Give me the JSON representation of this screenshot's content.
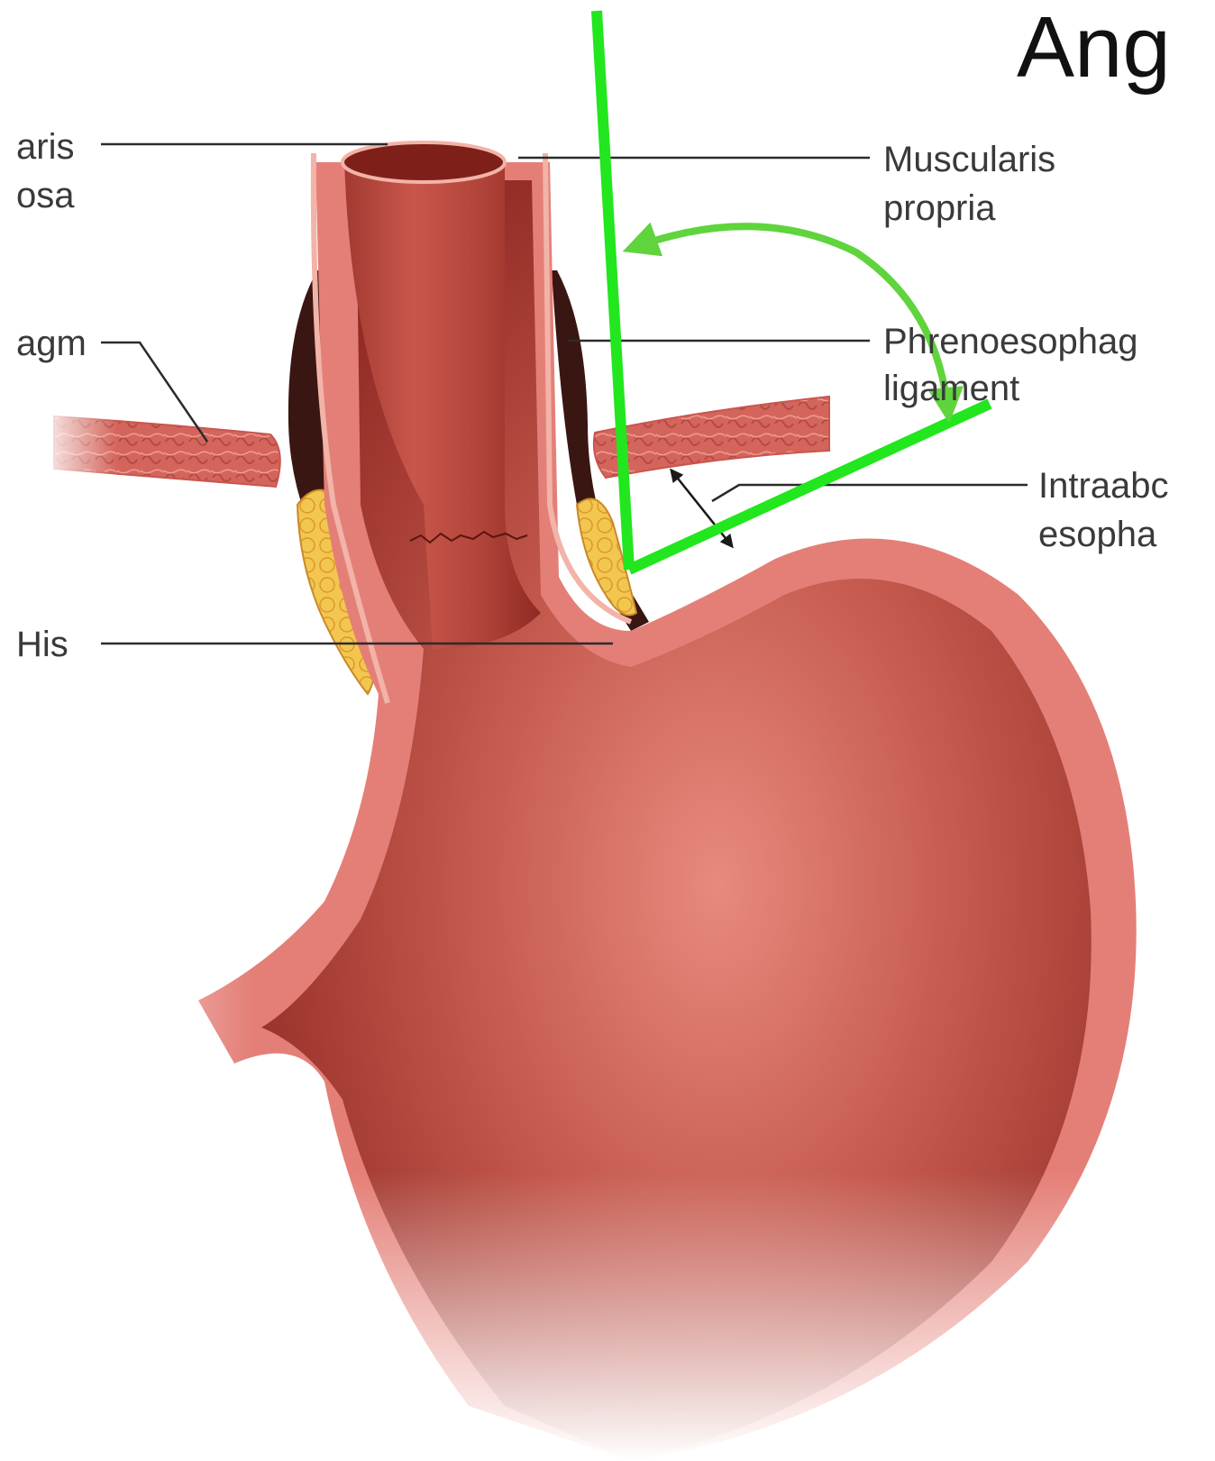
{
  "title": "Ang",
  "labels": {
    "muscularis_mucosa_line1": "aris",
    "muscularis_mucosa_line2": "osa",
    "diaphragm": "agm",
    "his": "His",
    "muscularis_propria_line1": "Muscularis",
    "muscularis_propria_line2": "propria",
    "phrenoesophageal_line1": "Phrenoesophag",
    "phrenoesophageal_line2": "ligament",
    "intraabdominal_line1": "Intraabc",
    "intraabdominal_line2": "esopha"
  },
  "colors": {
    "angle_lines": "#22e61e",
    "angle_arc": "#5fd43c",
    "tissue_dark": "#8c2620",
    "tissue_mid": "#b5443a",
    "tissue_light": "#e78273",
    "wall_pink": "#e47f77",
    "fat_yellow": "#f2c24c"
  },
  "icons": {
    "angle_arc": "double-headed-curved-arrow-icon",
    "intraabdominal_measure": "double-headed-arrow-icon"
  }
}
